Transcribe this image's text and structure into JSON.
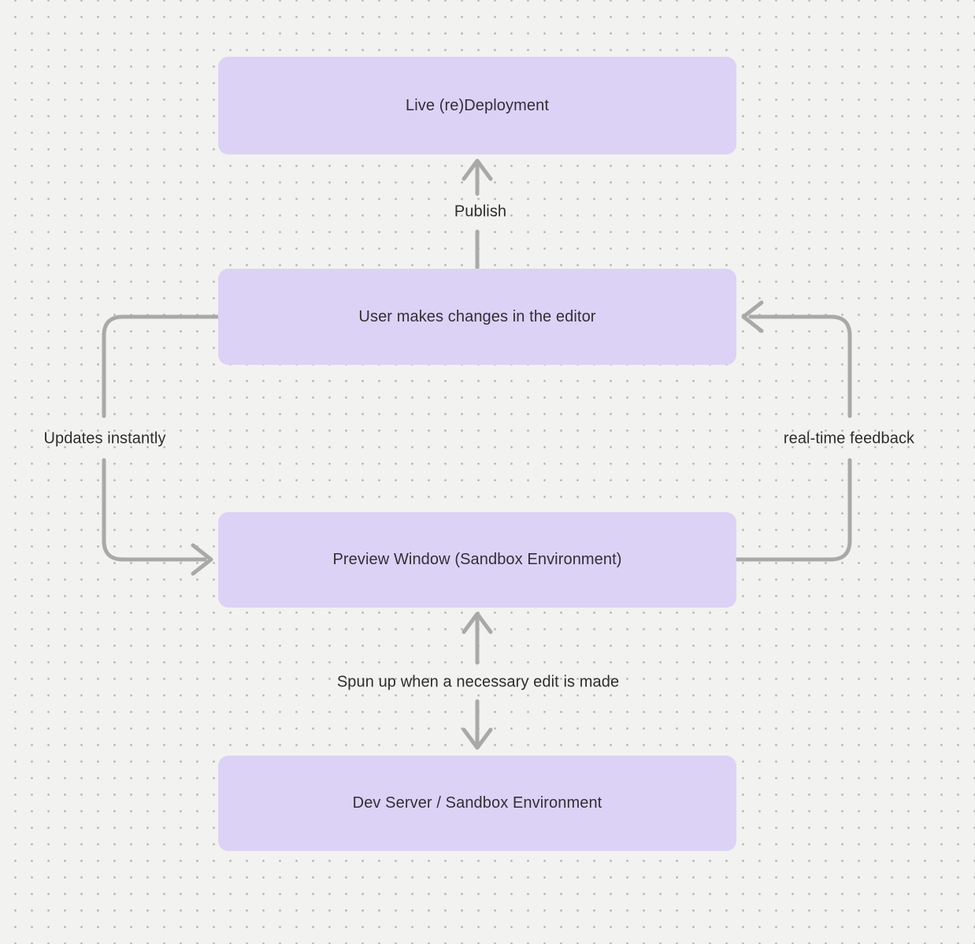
{
  "canvas": {
    "background_color": "#f2f2f0",
    "dot_color": "#bcbbb9",
    "pattern": "dot-grid"
  },
  "colors": {
    "node_fill": "#dcd2f5",
    "connector_stroke": "#a9a9a9",
    "node_text": "#322e38",
    "edge_label_text": "#2d2d2d"
  },
  "nodes": [
    {
      "id": "live-deployment",
      "label": "Live (re)Deployment"
    },
    {
      "id": "editor-changes",
      "label": "User makes changes in the editor"
    },
    {
      "id": "preview-window",
      "label": "Preview Window (Sandbox Environment)"
    },
    {
      "id": "dev-server",
      "label": "Dev Server / Sandbox Environment"
    }
  ],
  "edges": [
    {
      "id": "publish",
      "label": "Publish",
      "from": "editor-changes",
      "to": "live-deployment",
      "direction": "up"
    },
    {
      "id": "updates-instantly",
      "label": "Updates instantly",
      "from": "editor-changes",
      "to": "preview-window",
      "direction": "left-loop-down"
    },
    {
      "id": "real-time-feedback",
      "label": "real-time feedback",
      "from": "preview-window",
      "to": "editor-changes",
      "direction": "right-loop-up"
    },
    {
      "id": "spun-up",
      "label": "Spun up when a necessary edit is made",
      "from": "preview-window",
      "to": "dev-server",
      "direction": "bidirectional-vertical"
    }
  ]
}
